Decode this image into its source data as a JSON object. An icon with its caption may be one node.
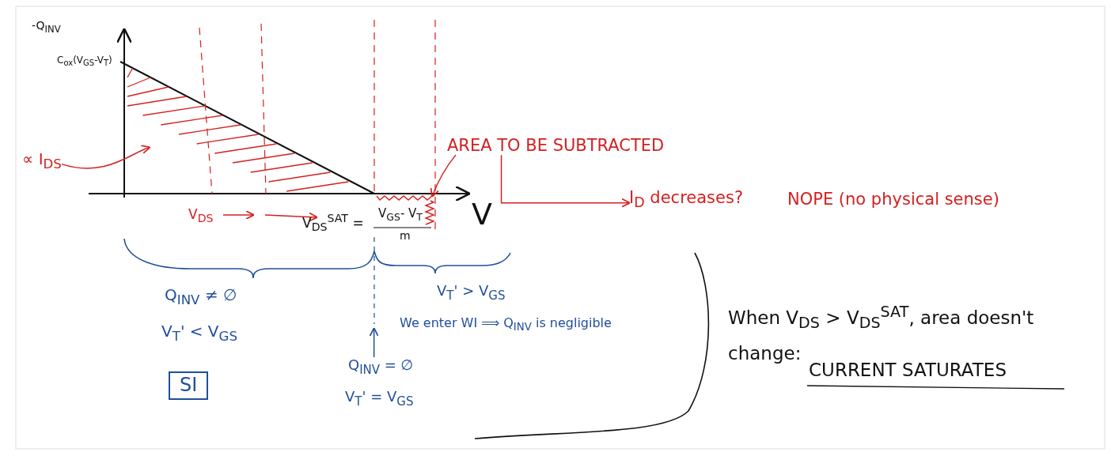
{
  "diagram": {
    "nodes": [
      {
        "text": [
          "∝ I$_{DS}$"
        ]
      },
      {
        "text": [],
        "shape": "triangle"
      },
      {
        "text": [
          "AREA TO BE SUBTRACTED"
        ]
      },
      {
        "text": [],
        "shape": "picture"
      },
      {
        "text": [
          "I$_{D}$ decreases?",
          "NOPE (no physical sense)"
        ]
      },
      {
        "text": [
          "Q$_{INV}$ = ∅",
          "V$_{T}$' = V$_{GS}$"
        ]
      },
      {
        "text": [
          "SI"
        ]
      }
    ],
    "edges": [
      {
        "from": 0,
        "to": 1,
        "arrow": "to"
      },
      {
        "from": 2,
        "to": 3,
        "arrow": "to"
      },
      {
        "from": 2,
        "to": 4,
        "arrow": "to"
      },
      {
        "from": 5,
        "to": null,
        "arrow": "to",
        "color": "#1f4f9a"
      }
    ],
    "labels": [
      "-Q$_{INV}$",
      "C$_{ox}$(V$_{GS}$-V$_{T}$)",
      "V$_{DS}$",
      "V$_{DS}$$^{SAT}$ =",
      "V$_{GS}$- V$_{T}$",
      "m",
      "V",
      "Q$_{INV}$ ≠ ∅",
      "V$_{T}$' < V$_{GS}$",
      "V$_{T}$' > V$_{GS}$",
      "We enter WI ⟹ Q$_{INV}$ is negligible",
      "When V$_{DS}$ > V$_{DS}$$^{SAT}$, area doesn't change:",
      "CURRENT SATURATES"
    ]
  }
}
